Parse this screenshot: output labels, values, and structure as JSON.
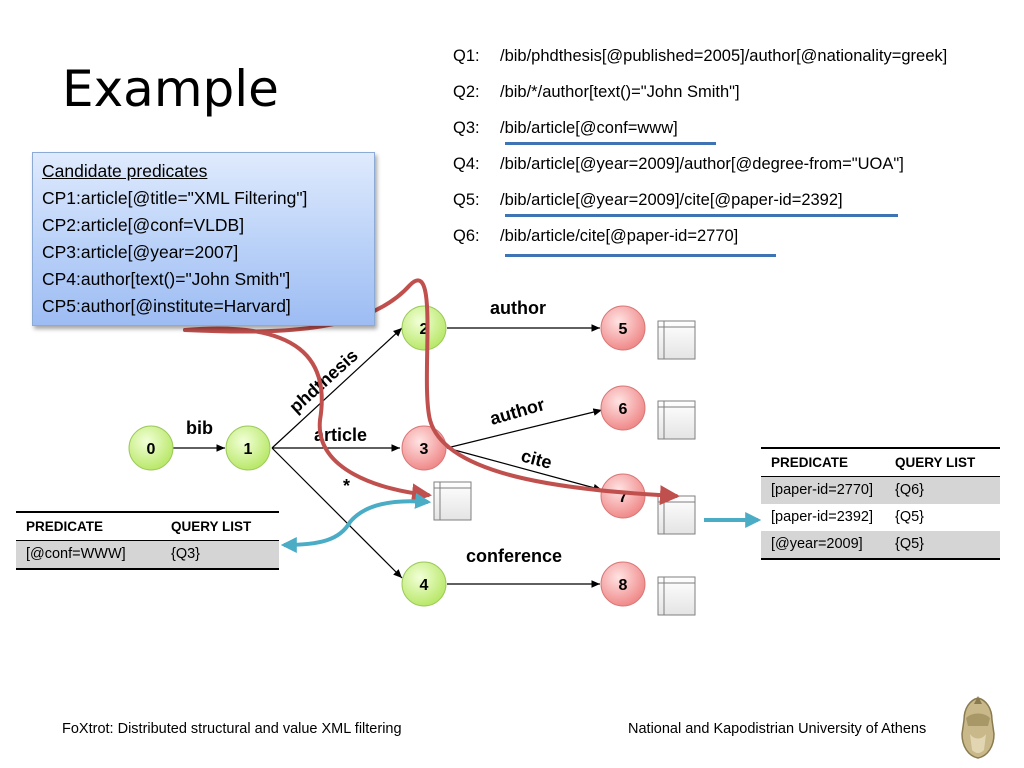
{
  "slide": {
    "title": "Example",
    "footer_left": "FoXtrot: Distributed structural and value XML filtering",
    "footer_right": "National and Kapodistrian University of Athens",
    "logo_icon": "athena-helmet-logo"
  },
  "queries": [
    {
      "id": "Q1:",
      "text": "/bib/phdthesis[@published=2005]/author[@nationality=greek]",
      "underlined": false
    },
    {
      "id": "Q2:",
      "text": "/bib/*/author[text()=\"John Smith\"]",
      "underlined": false
    },
    {
      "id": "Q3:",
      "text": "/bib/article[@conf=www]",
      "underlined": true
    },
    {
      "id": "Q4:",
      "text": "/bib/article[@year=2009]/author[@degree-from=\"UOA\"]",
      "underlined": false
    },
    {
      "id": "Q5:",
      "text": "/bib/article[@year=2009]/cite[@paper-id=2392]",
      "underlined": true
    },
    {
      "id": "Q6:",
      "text": "/bib/article/cite[@paper-id=2770]",
      "underlined": true
    }
  ],
  "candidate_predicates": {
    "heading": "Candidate predicates",
    "items": [
      "CP1:article[@title=\"XML Filtering\"]",
      "CP2:article[@conf=VLDB]",
      "CP3:article[@year=2007]",
      "CP4:author[text()=\"John Smith\"]",
      "CP5:author[@institute=Harvard]"
    ]
  },
  "graph": {
    "nodes": [
      {
        "id": "0",
        "label": "0",
        "color": "green"
      },
      {
        "id": "1",
        "label": "1",
        "color": "green"
      },
      {
        "id": "2",
        "label": "2",
        "color": "green"
      },
      {
        "id": "3",
        "label": "3",
        "color": "red"
      },
      {
        "id": "4",
        "label": "4",
        "color": "green"
      },
      {
        "id": "5",
        "label": "5",
        "color": "red"
      },
      {
        "id": "6",
        "label": "6",
        "color": "red"
      },
      {
        "id": "7",
        "label": "7",
        "color": "red"
      },
      {
        "id": "8",
        "label": "8",
        "color": "red"
      }
    ],
    "edges": [
      {
        "from": "0",
        "to": "1",
        "label": "bib"
      },
      {
        "from": "1",
        "to": "2",
        "label": "phdthesis"
      },
      {
        "from": "1",
        "to": "3",
        "label": "article"
      },
      {
        "from": "1",
        "to": "4",
        "label": "*"
      },
      {
        "from": "2",
        "to": "5",
        "label": "author"
      },
      {
        "from": "3",
        "to": "6",
        "label": "author"
      },
      {
        "from": "3",
        "to": "7",
        "label": "cite"
      },
      {
        "from": "4",
        "to": "8",
        "label": "conference"
      }
    ],
    "colors": {
      "green_fill": "#cdf28c",
      "red_fill": "#f7a0a0",
      "highlight_path": "#c0504d",
      "link_arrow": "#4bacc6"
    }
  },
  "table_left": {
    "headers": [
      "PREDICATE",
      "QUERY LIST"
    ],
    "rows": [
      {
        "predicate": "[@conf=WWW]",
        "queries": "{Q3}"
      }
    ]
  },
  "table_right": {
    "headers": [
      "PREDICATE",
      "QUERY LIST"
    ],
    "rows": [
      {
        "predicate": "[paper-id=2770]",
        "queries": "{Q6}"
      },
      {
        "predicate": "[paper-id=2392]",
        "queries": "{Q5}"
      },
      {
        "predicate": "[@year=2009]",
        "queries": "{Q5}"
      }
    ]
  }
}
